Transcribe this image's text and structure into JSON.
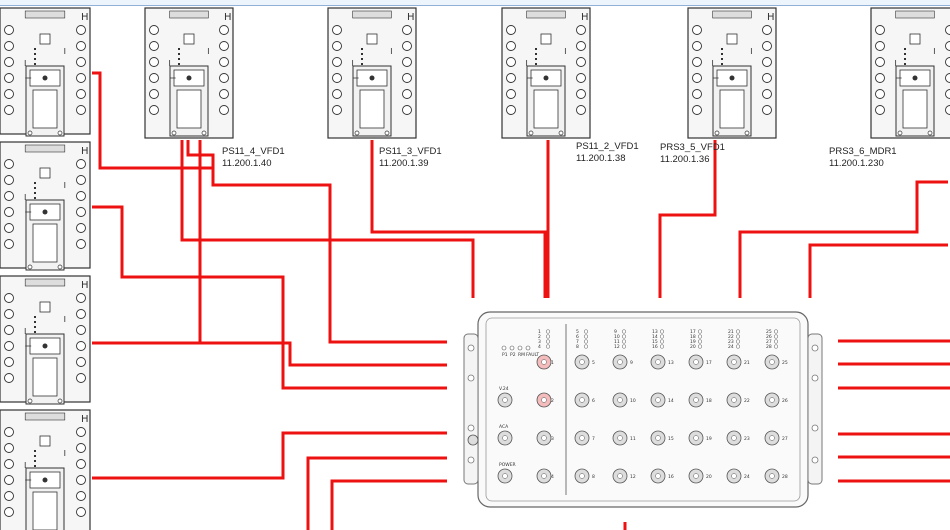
{
  "devices": [
    {
      "name": "PS11_4_VFD1",
      "ip": "11.200.1.40"
    },
    {
      "name": "PS11_3_VFD1",
      "ip": "11.200.1.39"
    },
    {
      "name": "PS11_2_VFD1",
      "ip": "11.200.1.38"
    },
    {
      "name": "PRS3_5_VFD1",
      "ip": "11.200.1.36"
    },
    {
      "name": "PRS3_6_MDR1",
      "ip": "11.200.1.230"
    }
  ],
  "switch": {
    "left_labels": {
      "a": "V.24",
      "b": "ACA",
      "c": "POWER"
    },
    "led_labels": [
      "P1",
      "P2",
      "RM",
      "FAULT"
    ],
    "ports": [
      [
        "5",
        "9",
        "13",
        "17",
        "21",
        "25"
      ],
      [
        "6",
        "10",
        "14",
        "18",
        "22",
        "26"
      ],
      [
        "7",
        "11",
        "15",
        "19",
        "23",
        "27"
      ],
      [
        "8",
        "12",
        "16",
        "20",
        "24",
        "28"
      ]
    ],
    "left_ports": [
      "1",
      "2",
      "3",
      "4"
    ],
    "led_groups": [
      [
        "1",
        "2",
        "3",
        "4"
      ],
      [
        "5",
        "6",
        "7",
        "8"
      ],
      [
        "9",
        "10",
        "11",
        "12"
      ],
      [
        "13",
        "14",
        "15",
        "16"
      ],
      [
        "17",
        "18",
        "19",
        "20"
      ],
      [
        "21",
        "22",
        "23",
        "24"
      ],
      [
        "25",
        "26",
        "27",
        "28"
      ]
    ]
  },
  "colors": {
    "link": "#ee1111",
    "device_fill": "#f6f6f6",
    "outline": "#333333"
  }
}
